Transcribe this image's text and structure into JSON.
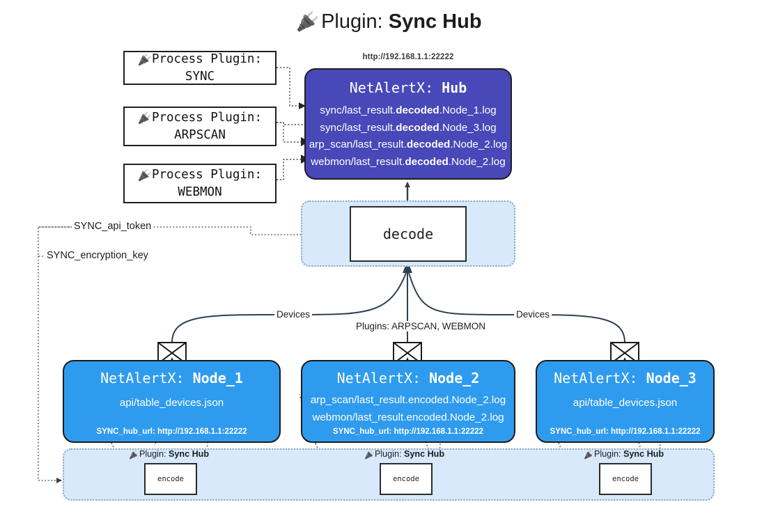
{
  "header": {
    "plug_icon": "plug-icon",
    "prefix": "Plugin: ",
    "title": "Sync Hub"
  },
  "process_plugins": [
    {
      "icon": "plug-icon",
      "line1": "Process Plugin:",
      "line2": "SYNC"
    },
    {
      "icon": "plug-icon",
      "line1": "Process Plugin:",
      "line2": "ARPSCAN"
    },
    {
      "icon": "plug-icon",
      "line1": "Process Plugin:",
      "line2": "WEBMON"
    }
  ],
  "hub": {
    "url": "http://192.168.1.1:22222",
    "title_prefix": "NetAlertX: ",
    "title_name": "Hub",
    "files": [
      {
        "pre": "sync/last_result.",
        "mid": "decoded",
        "post": ".Node_1.log"
      },
      {
        "pre": "sync/last_result.",
        "mid": "decoded",
        "post": ".Node_3.log"
      },
      {
        "pre": "arp_scan/last_result.",
        "mid": "decoded",
        "post": ".Node_2.log"
      },
      {
        "pre": "webmon/last_result.",
        "mid": "decoded",
        "post": ".Node_2.log"
      }
    ]
  },
  "decode": {
    "label": "decode"
  },
  "config_labels": {
    "api_token": "SYNC_api_token",
    "encryption_key": "SYNC_encryption_key"
  },
  "edge_labels": {
    "devices_left": "Devices",
    "devices_right": "Devices",
    "plugins_center": "Plugins: ARPSCAN, WEBMON"
  },
  "nodes": [
    {
      "title_prefix": "NetAlertX: ",
      "title_name": "Node_1",
      "lines": [
        "api/table_devices.json"
      ],
      "footer": "SYNC_hub_url: http://192.168.1.1:22222",
      "mail_icon": "envelope-icon"
    },
    {
      "title_prefix": "NetAlertX: ",
      "title_name": "Node_2",
      "lines": [
        "arp_scan/last_result.encoded.Node_2.log",
        "webmon/last_result.encoded.Node_2.log"
      ],
      "footer": "SYNC_hub_url: http://192.168.1.1:22222",
      "mail_icon": "envelope-icon"
    },
    {
      "title_prefix": "NetAlertX: ",
      "title_name": "Node_3",
      "lines": [
        "api/table_devices.json"
      ],
      "footer": "SYNC_hub_url: http://192.168.1.1:22222",
      "mail_icon": "envelope-icon"
    }
  ],
  "encoders": [
    {
      "caption_prefix": "Plugin: ",
      "caption_name": "Sync Hub",
      "label": "encode",
      "icon": "plug-icon"
    },
    {
      "caption_prefix": "Plugin: ",
      "caption_name": "Sync Hub",
      "label": "encode",
      "icon": "plug-icon"
    },
    {
      "caption_prefix": "Plugin: ",
      "caption_name": "Sync Hub",
      "label": "encode",
      "icon": "plug-icon"
    }
  ],
  "colors": {
    "hub_fill": "#4848b9",
    "node_fill": "#2f9bee",
    "zone_fill": "#d7e9fa",
    "zone_border": "#8aa8bd",
    "stroke": "#2b2b2b",
    "background": "#ffffff"
  }
}
